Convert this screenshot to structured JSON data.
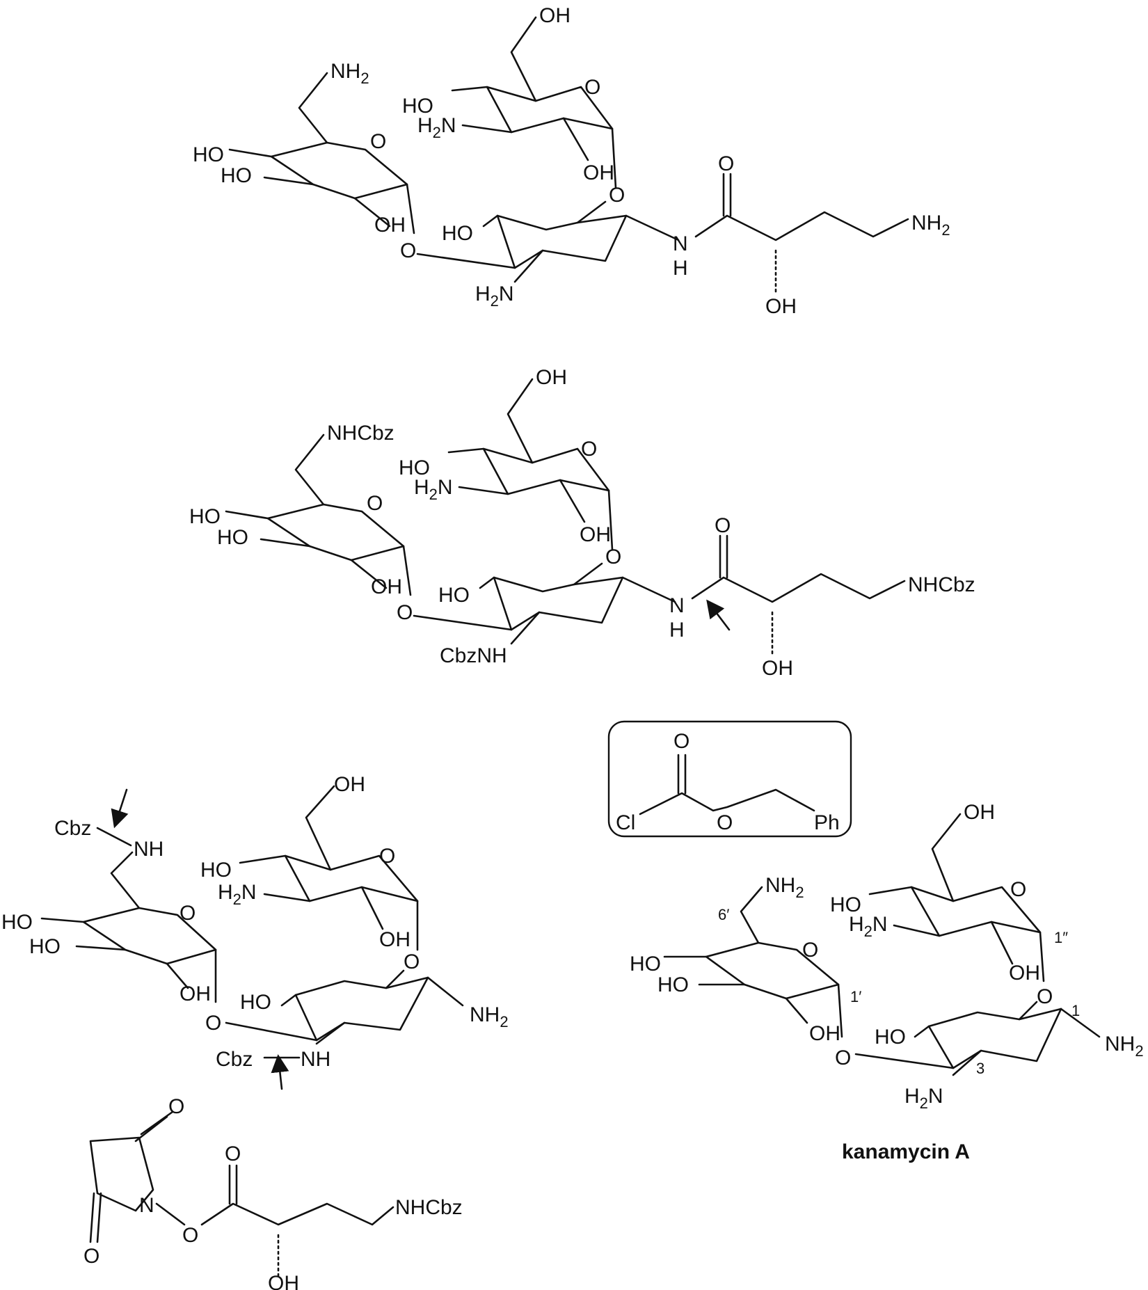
{
  "labels": {
    "nh2": "NH",
    "ho": "HO",
    "oh": "OH",
    "o": "O",
    "n": "N",
    "h": "H",
    "h2n_h": "H",
    "h2n_n": "N",
    "sub2": "2",
    "nhcbz": "NHCbz",
    "cbznh": "CbzNH",
    "cbz": "Cbz",
    "nh": "NH",
    "cl": "Cl",
    "ph": "Ph"
  },
  "positions": {
    "p6": "6′",
    "p1p": "1′",
    "p1pp": "1″",
    "p1": "1",
    "p3": "3"
  },
  "compound_name": "kanamycin A"
}
